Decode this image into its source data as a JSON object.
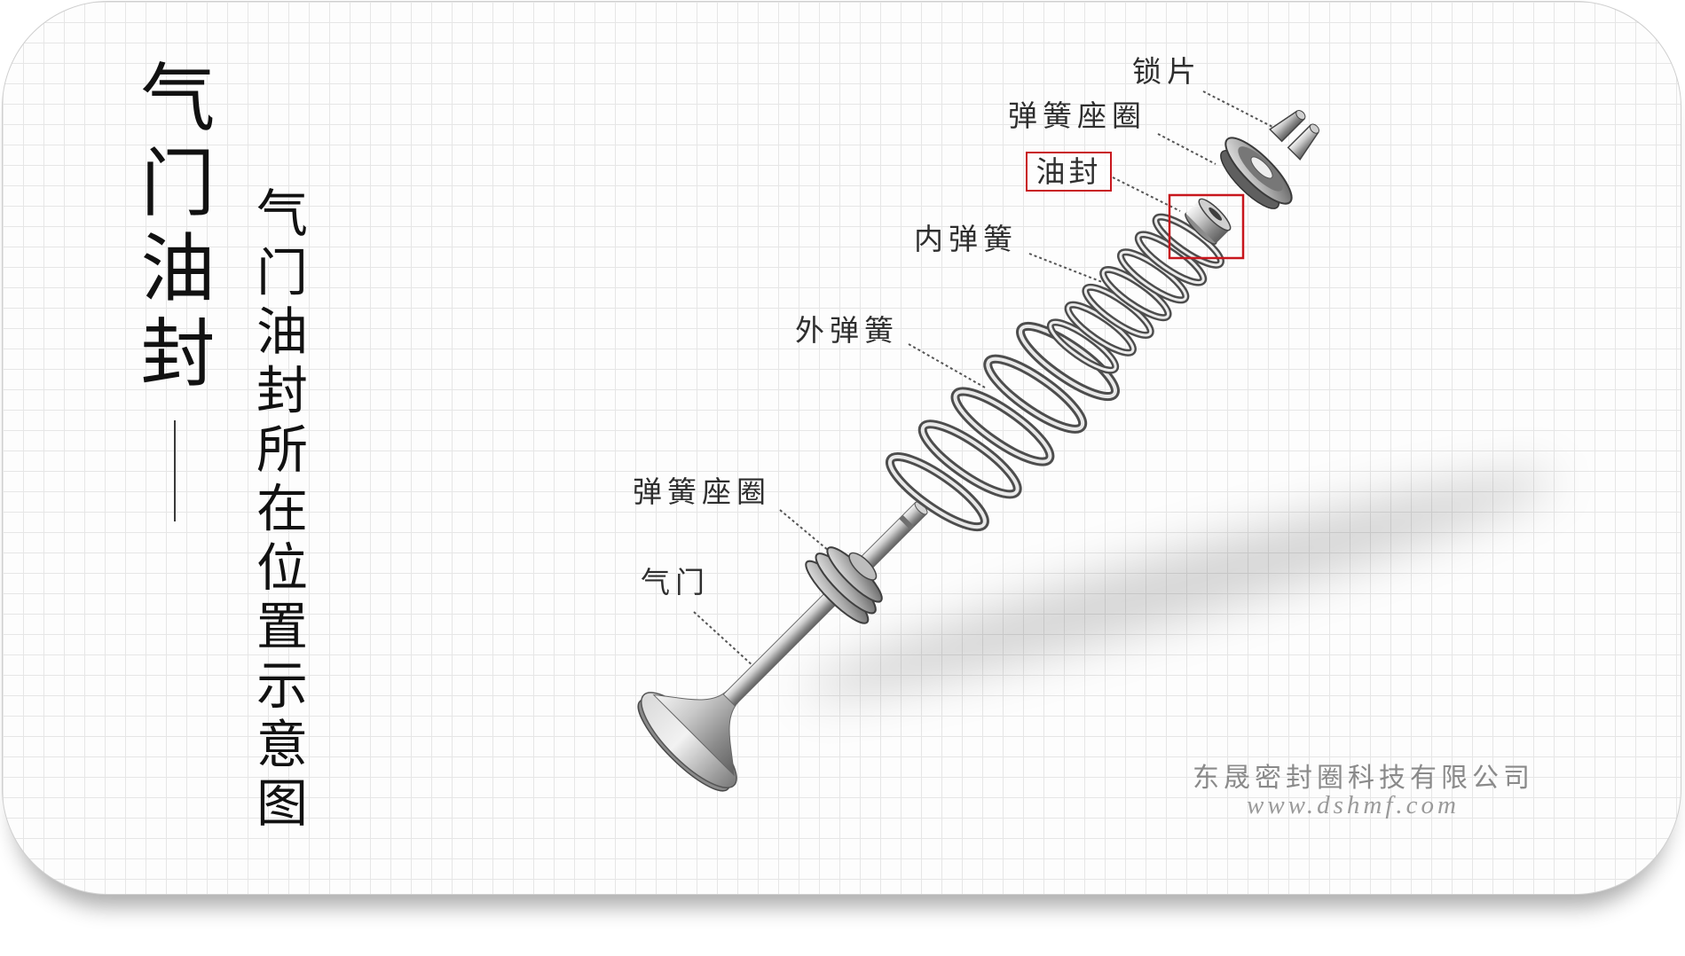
{
  "title": "气门油封",
  "subtitle": "气门油封所在位置示意图",
  "labels": {
    "lock": "锁片",
    "upper_seat": "弹簧座圈",
    "oil_seal": "油封",
    "inner_spring": "内弹簧",
    "outer_spring": "外弹簧",
    "lower_seat": "弹簧座圈",
    "valve": "气门"
  },
  "company": {
    "name": "东晟密封圈科技有限公司",
    "website": "www.dshmf.com"
  },
  "colors": {
    "highlight": "#c8161d",
    "grid": "#e6e6e6",
    "text": "#2e2e2e"
  }
}
